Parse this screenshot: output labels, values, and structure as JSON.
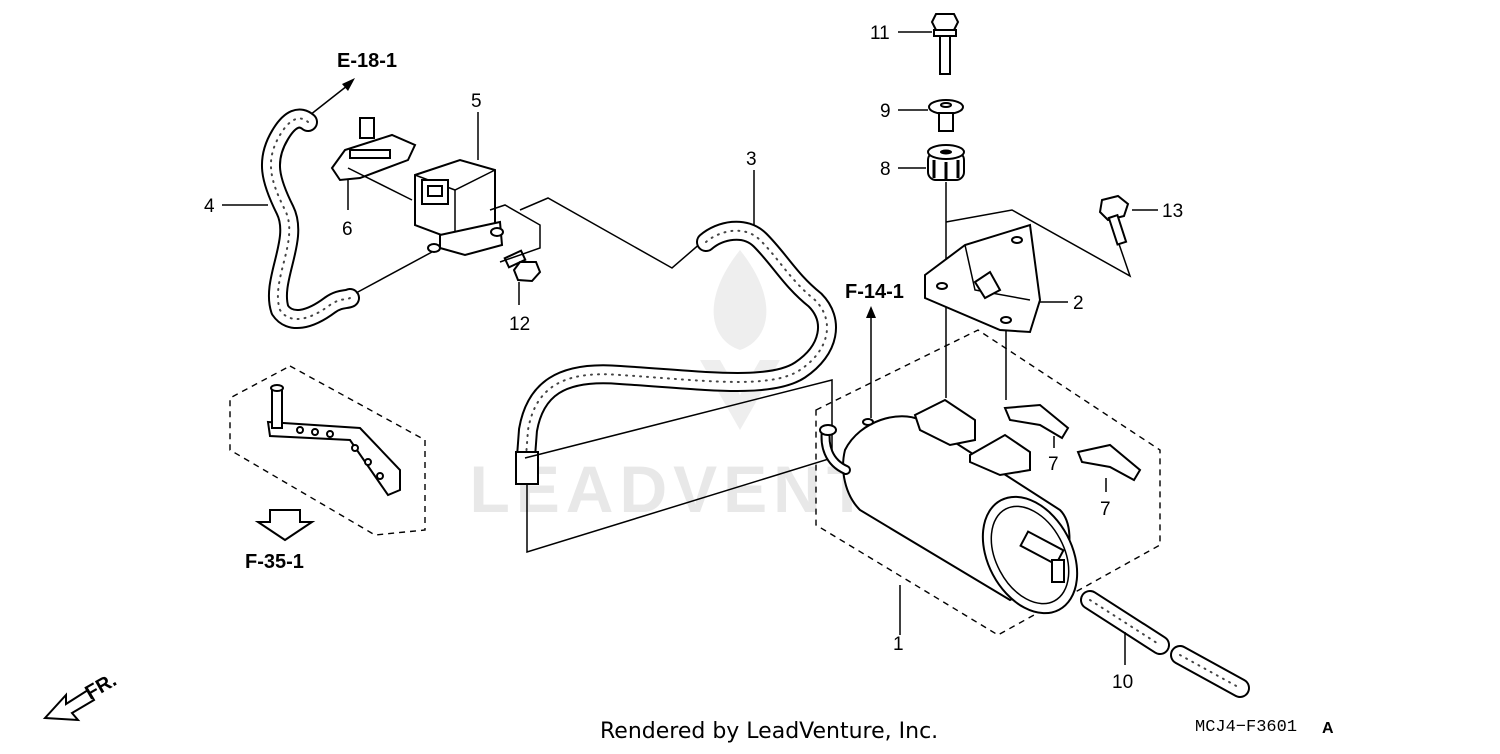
{
  "diagram": {
    "references": {
      "e18": "E-18-1",
      "f14": "F-14-1",
      "f35": "F-35-1"
    },
    "callouts": {
      "c1": "1",
      "c2": "2",
      "c3": "3",
      "c4": "4",
      "c5": "5",
      "c6": "6",
      "c7a": "7",
      "c7b": "7",
      "c8": "8",
      "c9": "9",
      "c10": "10",
      "c11": "11",
      "c12": "12",
      "c13": "13"
    },
    "front_marker": "FR.",
    "watermark": "LEADVENTURE",
    "footer": "Rendered by LeadVenture, Inc.",
    "diagram_code": "MCJ4−F3601",
    "diagram_code_suffix": "A"
  }
}
